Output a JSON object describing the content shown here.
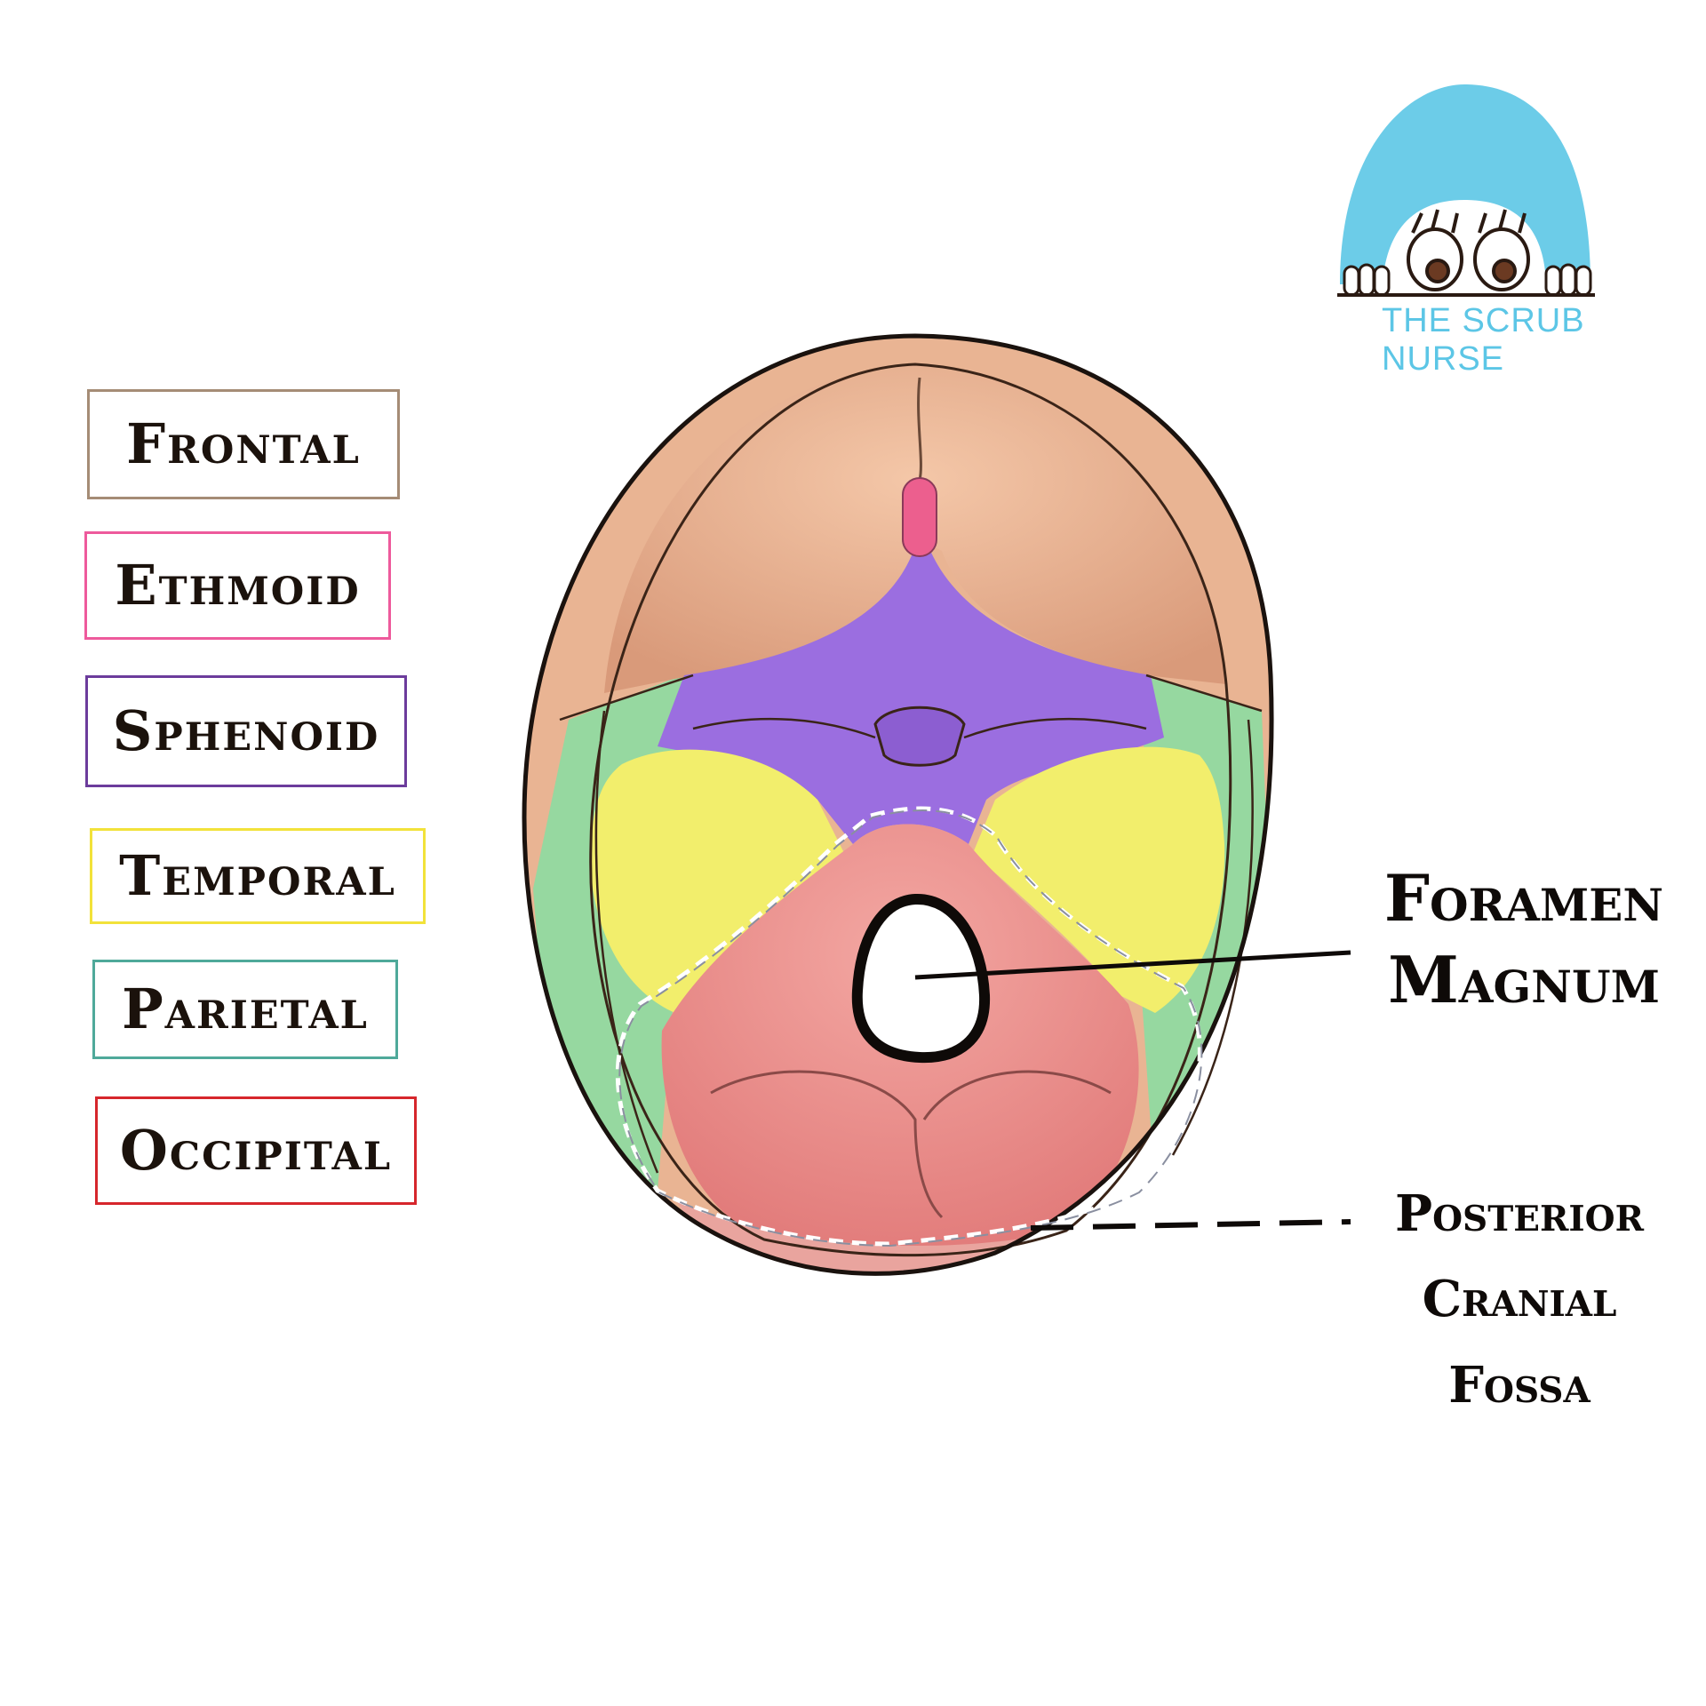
{
  "legend": [
    {
      "label": "Frontal",
      "color": "#a58c76"
    },
    {
      "label": "Ethmoid",
      "color": "#ee5a9c"
    },
    {
      "label": "Sphenoid",
      "color": "#6c3c9c"
    },
    {
      "label": "Temporal",
      "color": "#f2e23a"
    },
    {
      "label": "Parietal",
      "color": "#4fa99a"
    },
    {
      "label": "Occipital",
      "color": "#d6262c"
    }
  ],
  "callouts": {
    "foramen_line1": "Foramen",
    "foramen_line2": "Magnum",
    "fossa_line1": "Posterior",
    "fossa_line2": "Cranial",
    "fossa_line3": "Fossa"
  },
  "logo": {
    "text": "THE SCRUB NURSE",
    "color": "#5cc6e6"
  },
  "bone_colors": {
    "frontal": "#e6ad8e",
    "ethmoid": "#ec5f8e",
    "sphenoid": "#9b6ee0",
    "temporal": "#f2ee6c",
    "parietal": "#96d8a0",
    "occipital": "#ec8e8c",
    "outline": "#1a120e"
  }
}
